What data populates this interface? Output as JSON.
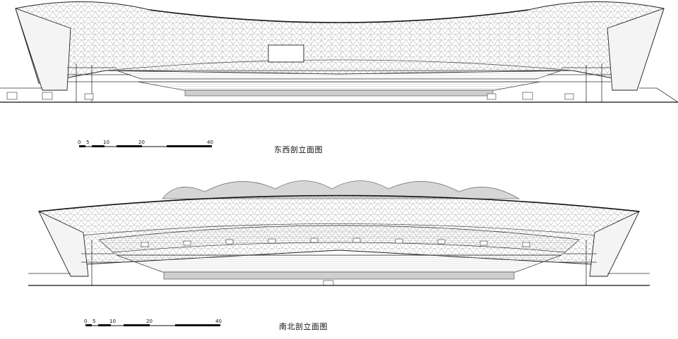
{
  "drawings": [
    {
      "caption": "东西剖立面图",
      "scale_ticks": [
        "0",
        "5",
        "10",
        "20",
        "40"
      ]
    },
    {
      "caption": "南北剖立面图",
      "scale_ticks": [
        "0",
        "5",
        "10",
        "20",
        "40"
      ]
    }
  ]
}
